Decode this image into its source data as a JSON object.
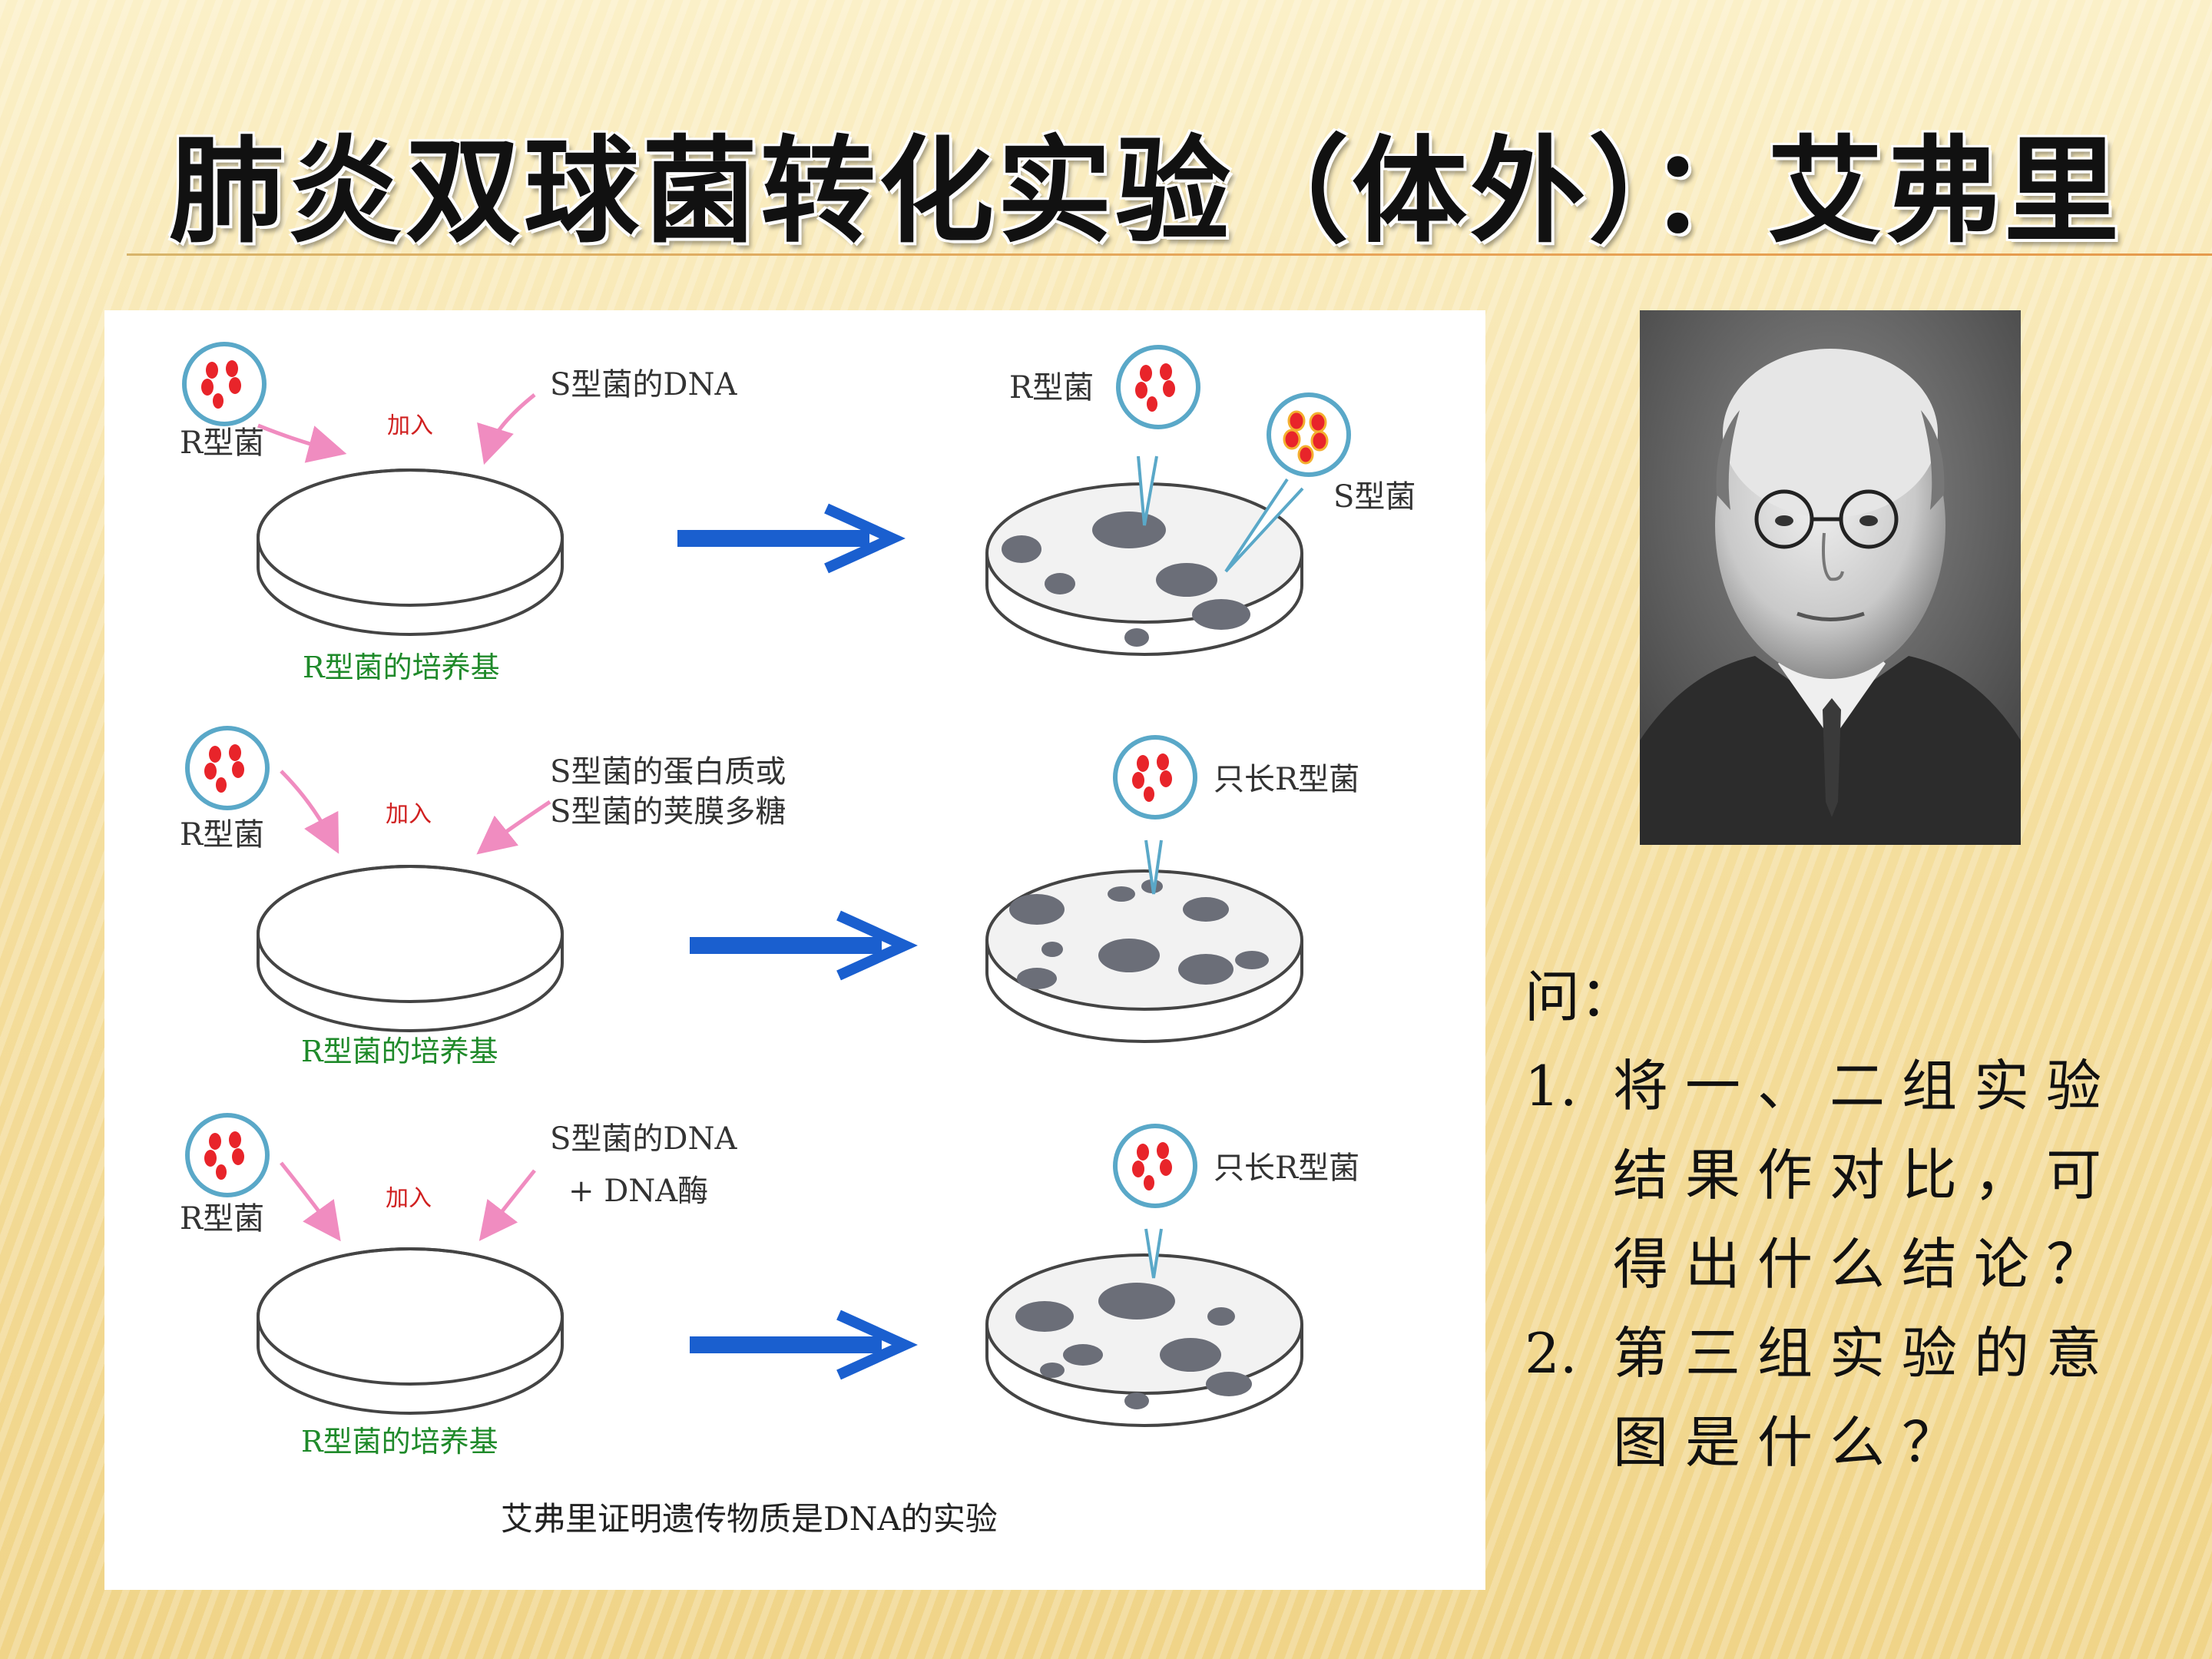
{
  "slide": {
    "title": "肺炎双球菌转化实验（体外）：艾弗里"
  },
  "figure": {
    "rows": [
      {
        "left_bacteria_label": "R型菌",
        "add_label": "加入",
        "added_substance": [
          "S型菌的DNA"
        ],
        "medium_label": "R型菌的培养基",
        "result_labels": [
          "R型菌",
          "S型菌"
        ]
      },
      {
        "left_bacteria_label": "R型菌",
        "add_label": "加入",
        "added_substance": [
          "S型菌的蛋白质或",
          "S型菌的荚膜多糖"
        ],
        "medium_label": "R型菌的培养基",
        "result_labels": [
          "只长R型菌"
        ]
      },
      {
        "left_bacteria_label": "R型菌",
        "add_label": "加入",
        "added_substance": [
          "S型菌的DNA",
          "+ DNA酶"
        ],
        "medium_label": "R型菌的培养基",
        "result_labels": [
          "只长R型菌"
        ]
      }
    ],
    "caption": "艾弗里证明遗传物质是DNA的实验"
  },
  "colors": {
    "arrow": "#1a5fcf",
    "pink_arrow": "#f08cc0",
    "medium_label": "#1f8a2a",
    "add_label": "#d02020",
    "bacteria": "#e8242a"
  },
  "question": {
    "heading": "问：",
    "items": [
      {
        "num": "1.",
        "text": "将一、二组实验结果作对比，可得出什么结论？"
      },
      {
        "num": "2.",
        "text": "第三组实验的意图是什么？"
      }
    ]
  }
}
